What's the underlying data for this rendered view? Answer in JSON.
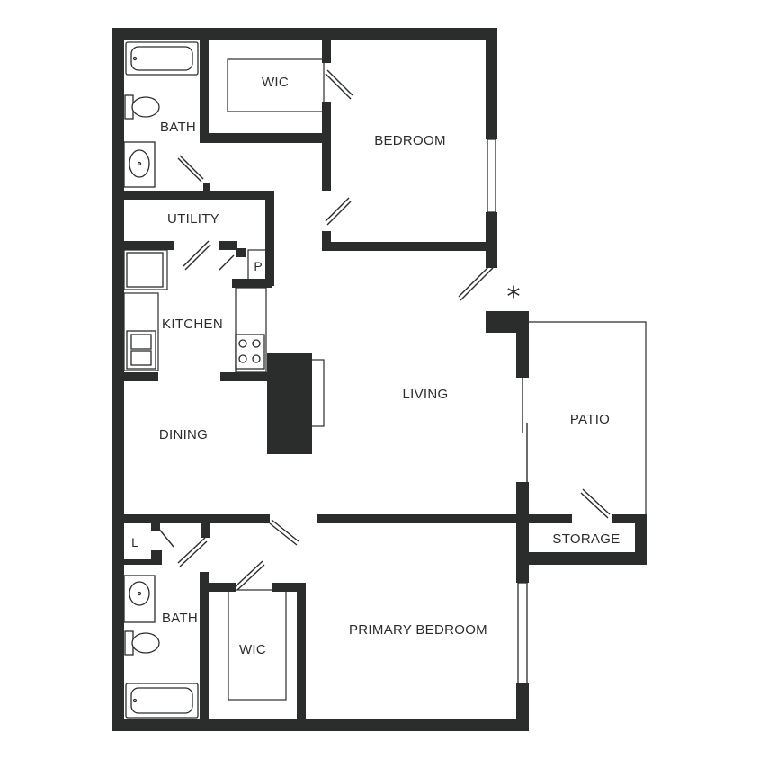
{
  "labels": {
    "wic_top": "WIC",
    "bath_top": "BATH",
    "bedroom": "BEDROOM",
    "utility": "UTILITY",
    "pantry": "P",
    "kitchen": "KITCHEN",
    "dining": "DINING",
    "living": "LIVING",
    "patio": "PATIO",
    "storage": "STORAGE",
    "linen": "L",
    "bath_bottom": "BATH",
    "wic_bottom": "WIC",
    "primary_bedroom": "PRIMARY BEDROOM"
  },
  "marker": "*",
  "colors": {
    "wall": "#2b2c2c",
    "background": "#ffffff"
  }
}
